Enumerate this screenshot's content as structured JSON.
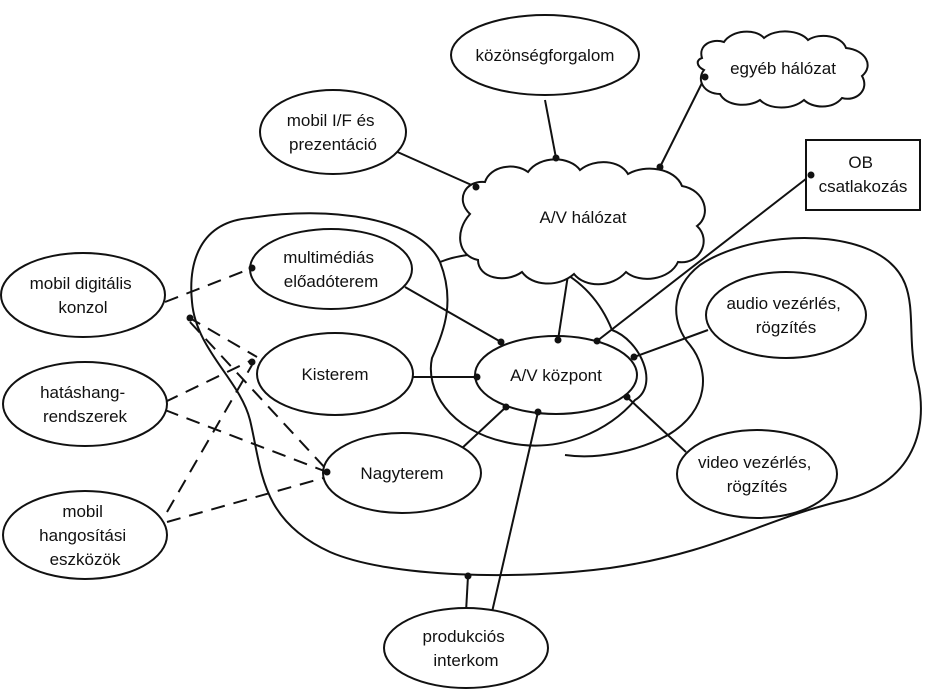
{
  "nodes": {
    "kozonsegforgalom": [
      "közönségforgalom"
    ],
    "egyeb_halozat": [
      "egyéb hálózat"
    ],
    "mobil_if": [
      "mobil I/F és",
      "prezentáció"
    ],
    "ob_csatlakozas": [
      "OB",
      "csatlakozás"
    ],
    "av_halozat": [
      "A/V hálózat"
    ],
    "multimedias": [
      "multimédiás",
      "előadóterem"
    ],
    "mobil_digitalis": [
      "mobil digitális",
      "konzol"
    ],
    "audio": [
      "audio vezérlés,",
      "rögzítés"
    ],
    "kisterem": [
      "Kisterem"
    ],
    "av_kozpont": [
      "A/V központ"
    ],
    "hatashang": [
      "hatáshang-",
      "rendszerek"
    ],
    "video": [
      "video vezérlés,",
      "rögzítés"
    ],
    "nagyterem": [
      "Nagyterem"
    ],
    "mobil_hangositasi": [
      "mobil",
      "hangosítási",
      "eszközök"
    ],
    "produkcios": [
      "produkciós",
      "interkom"
    ]
  }
}
